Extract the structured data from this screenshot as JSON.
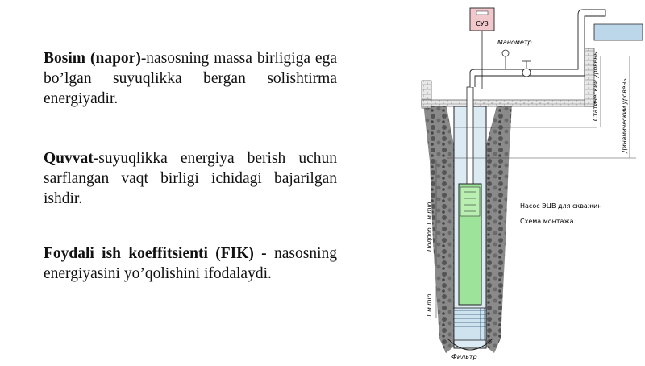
{
  "paragraphs": [
    {
      "term": "Bosim (napor)",
      "rest": "-nasosning massa birligiga ega bo’lgan suyuqlikka bergan solishtirma energiyadir."
    },
    {
      "term": "Quvvat",
      "rest": "-suyuqlikka energiya berish uchun sarflangan vaqt birligi ichidagi bajarilgan ishdir."
    },
    {
      "term": "Foydali ish koeffitsienti (FIK) -",
      "rest": " nasosning energiyasini yo’qolishini ifodalaydi."
    }
  ],
  "diagram": {
    "control_box": "СУЗ",
    "manometer": "Манометр",
    "static_level": "Статический уровень",
    "dynamic_level": "Динамический уровень",
    "submergence": "Подпор 1 м min",
    "min_gap": "1 м min",
    "pump_title": "Насос ЭЦВ для скважин",
    "scheme": "Схема монтажа",
    "filter": "Фильтр"
  }
}
